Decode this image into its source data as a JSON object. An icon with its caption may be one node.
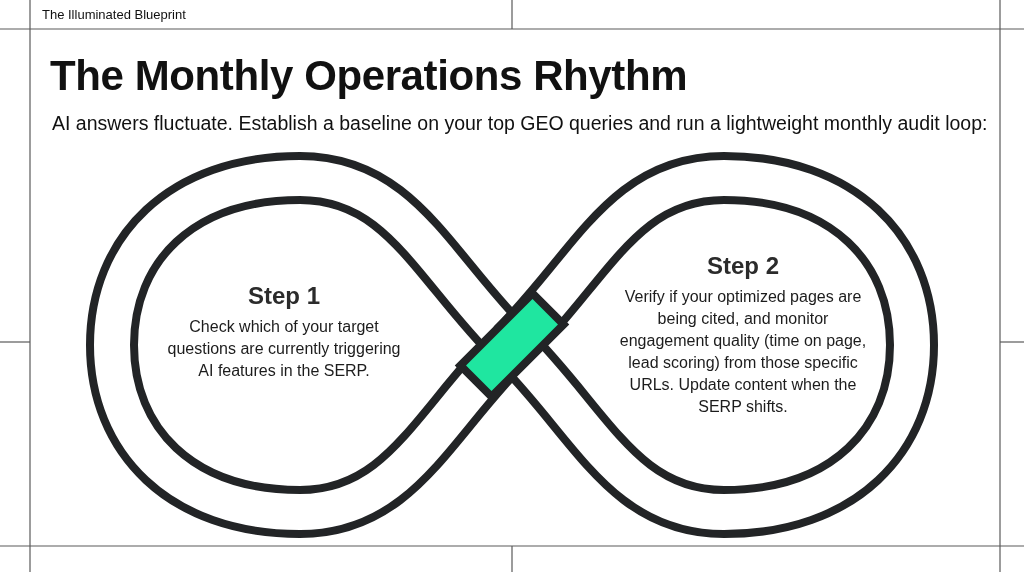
{
  "diagram": {
    "title": "The Monthly Operations Rhythm",
    "nodes": [
      {
        "text": [
          "Step 1",
          "Check which of your target questions are currently triggering AI features in the SERP."
        ]
      },
      {
        "text": [
          "Step 2",
          "Verify if your optimized pages are being cited, and monitor engagement quality (time on page, lead scoring) from those specific URLs. Update content when the SERP shifts."
        ]
      },
      {
        "text": [],
        "shape": "box"
      }
    ],
    "labels": [
      "The Illuminated Blueprint",
      "AI answers fluctuate. Establish a baseline on your top GEO queries and run a lightweight monthly audit loop:"
    ]
  }
}
